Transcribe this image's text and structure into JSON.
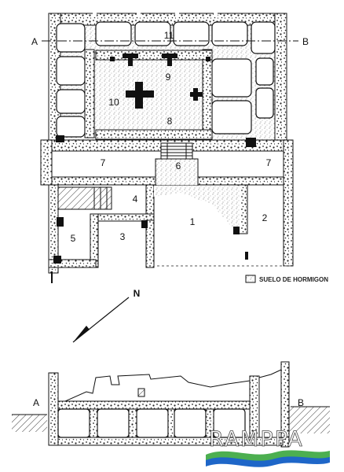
{
  "plan": {
    "section_markers": {
      "left": "A",
      "right": "B"
    },
    "room_numbers": [
      "11",
      "9",
      "10",
      "8",
      "7",
      "6",
      "7",
      "4",
      "3",
      "1",
      "2",
      "5"
    ],
    "legend": {
      "label": "SUELO DE HORMIGON"
    },
    "north_arrow": {
      "label": "N"
    }
  },
  "section": {
    "left_label": "A",
    "right_label": "B"
  },
  "watermark": {
    "text": "RAMPPA",
    "colors": {
      "green": "#4caf50",
      "blue": "#1e66c8"
    }
  },
  "colors": {
    "ink": "#111111",
    "wall_fill": "#ffffff",
    "stipple": "#555555"
  }
}
